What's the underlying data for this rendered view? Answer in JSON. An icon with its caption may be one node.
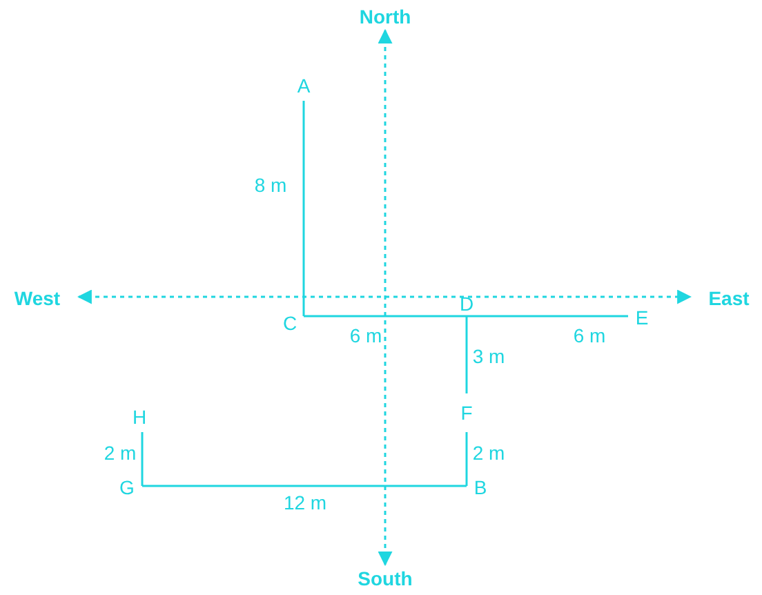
{
  "diagram": {
    "nodes": [
      {
        "text": [
          "North"
        ]
      },
      {
        "text": [
          "A"
        ]
      },
      {
        "text": [
          "West"
        ]
      },
      {
        "text": [
          "East"
        ]
      },
      {
        "text": [
          "C"
        ]
      },
      {
        "text": [
          "D"
        ]
      },
      {
        "text": [
          "E"
        ]
      },
      {
        "text": [
          "H"
        ]
      },
      {
        "text": [
          "F"
        ]
      },
      {
        "text": [
          "G"
        ]
      },
      {
        "text": [
          "B"
        ]
      },
      {
        "text": [
          "South"
        ]
      }
    ],
    "edges": [
      {
        "from": 11,
        "to": 0,
        "arrow": "both",
        "style": "dashed"
      },
      {
        "from": 2,
        "to": 3,
        "arrow": "both",
        "style": "dashed"
      },
      {
        "from": 1,
        "to": 4,
        "arrow": "none",
        "label": "8 m"
      },
      {
        "from": 4,
        "to": 5,
        "arrow": "none",
        "label": "6 m"
      },
      {
        "from": 5,
        "to": 6,
        "arrow": "none",
        "label": "6 m"
      },
      {
        "from": 5,
        "to": 8,
        "arrow": "none",
        "label": "3 m"
      },
      {
        "from": 8,
        "to": 10,
        "arrow": "none",
        "label": "2 m"
      },
      {
        "from": 10,
        "to": 9,
        "arrow": "none",
        "label": "12 m"
      },
      {
        "from": 9,
        "to": 7,
        "arrow": "none",
        "label": "2 m"
      }
    ]
  }
}
